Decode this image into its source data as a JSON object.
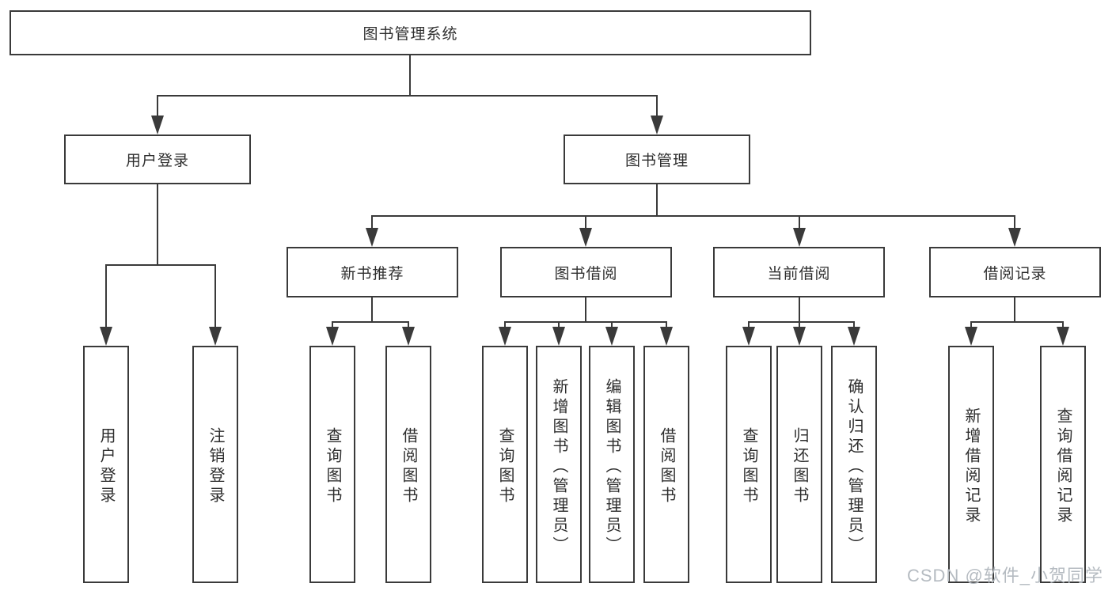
{
  "tree": {
    "root": {
      "label": "图书管理系统"
    },
    "level2": [
      {
        "label": "用户登录",
        "leaves": [
          "用户登录",
          "注销登录"
        ]
      },
      {
        "label": "图书管理",
        "groups": [
          {
            "label": "新书推荐",
            "leaves": [
              "查询图书",
              "借阅图书"
            ]
          },
          {
            "label": "图书借阅",
            "leaves": [
              "查询图书",
              "新增图书（管理员）",
              "编辑图书（管理员）",
              "借阅图书"
            ]
          },
          {
            "label": "当前借阅",
            "leaves": [
              "查询图书",
              "归还图书",
              "确认归还（管理员）"
            ]
          },
          {
            "label": "借阅记录",
            "leaves": [
              "新增借阅记录",
              "查询借阅记录"
            ]
          }
        ]
      }
    ]
  },
  "watermark": {
    "text": "CSDN @软件_小贺同学"
  },
  "colors": {
    "background": "#ffffff",
    "line": "#3a3a3a",
    "box_border": "#3a3a3a",
    "text": "#2e2e2e",
    "watermark": "#b5bbc1"
  }
}
